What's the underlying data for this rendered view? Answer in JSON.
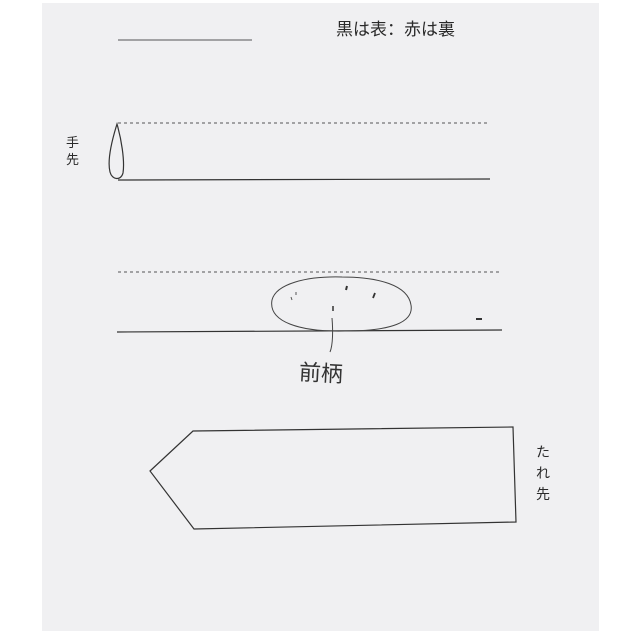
{
  "legend": "黒は表：赤は裏",
  "labels": {
    "tesaki": [
      "手",
      "先"
    ],
    "taresaki": [
      "た",
      "れ",
      "先"
    ],
    "maegara": "前柄"
  },
  "colors": {
    "background": "#f0f0f2",
    "ink": "#2a2a2a",
    "pencil": "#444444"
  }
}
